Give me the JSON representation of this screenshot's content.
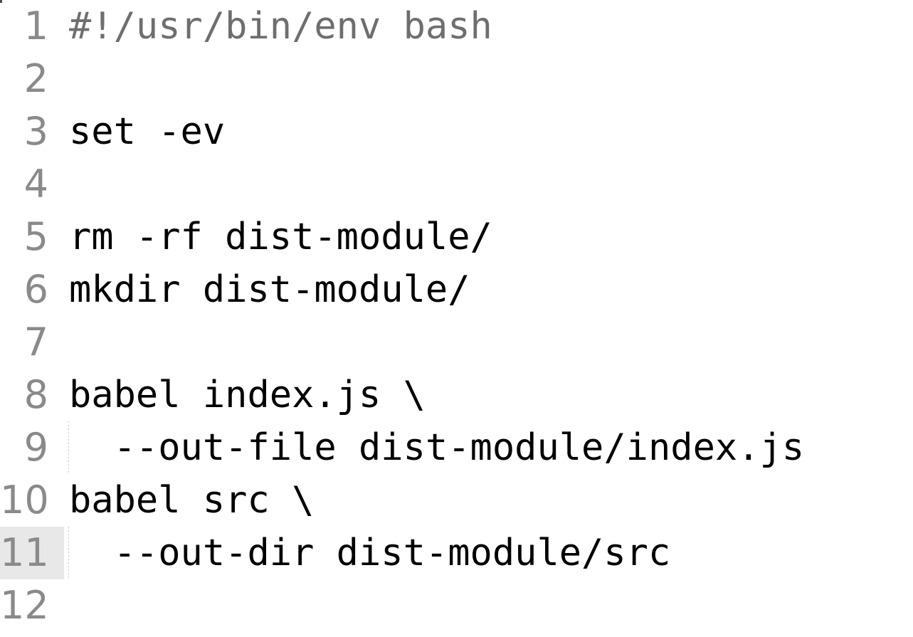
{
  "editor": {
    "language": "bash",
    "file_kind": "shell-script",
    "colors": {
      "background": "#ffffff",
      "code_text": "#000000",
      "comment_text": "#6e6e6e",
      "gutter_text": "#8a8a8a",
      "active_line_highlight": "#e8e8e8",
      "indent_guide": "#c9c9c9"
    },
    "active_line": 11,
    "lines": [
      {
        "number": "1",
        "text": "#!/usr/bin/env bash",
        "comment": true,
        "indented": false,
        "active": false
      },
      {
        "number": "2",
        "text": "",
        "comment": false,
        "indented": false,
        "active": false
      },
      {
        "number": "3",
        "text": "set -ev",
        "comment": false,
        "indented": false,
        "active": false
      },
      {
        "number": "4",
        "text": "",
        "comment": false,
        "indented": false,
        "active": false
      },
      {
        "number": "5",
        "text": "rm -rf dist-module/",
        "comment": false,
        "indented": false,
        "active": false
      },
      {
        "number": "6",
        "text": "mkdir dist-module/",
        "comment": false,
        "indented": false,
        "active": false
      },
      {
        "number": "7",
        "text": "",
        "comment": false,
        "indented": false,
        "active": false
      },
      {
        "number": "8",
        "text": "babel index.js \\",
        "comment": false,
        "indented": false,
        "active": false
      },
      {
        "number": "9",
        "text": "  --out-file dist-module/index.js",
        "comment": false,
        "indented": true,
        "active": false
      },
      {
        "number": "10",
        "text": "babel src \\",
        "comment": false,
        "indented": false,
        "active": false
      },
      {
        "number": "11",
        "text": "  --out-dir dist-module/src",
        "comment": false,
        "indented": true,
        "active": true
      },
      {
        "number": "12",
        "text": "",
        "comment": false,
        "indented": false,
        "active": false
      }
    ]
  }
}
